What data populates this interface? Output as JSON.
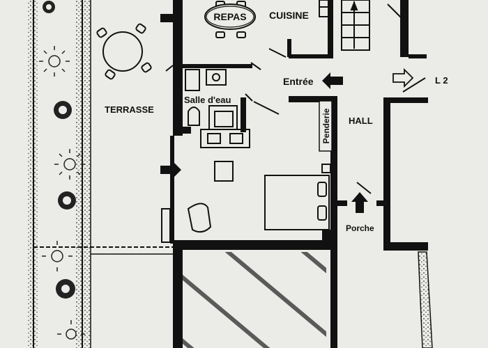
{
  "labels": {
    "repas": "REPAS",
    "cuisine": "CUISINE",
    "terrasse": "TERRASSE",
    "salle_deau": "Salle d'eau",
    "entree": "Entrée",
    "l2": "L 2",
    "hall": "HALL",
    "penderie": "Penderie",
    "porche": "Porche"
  }
}
